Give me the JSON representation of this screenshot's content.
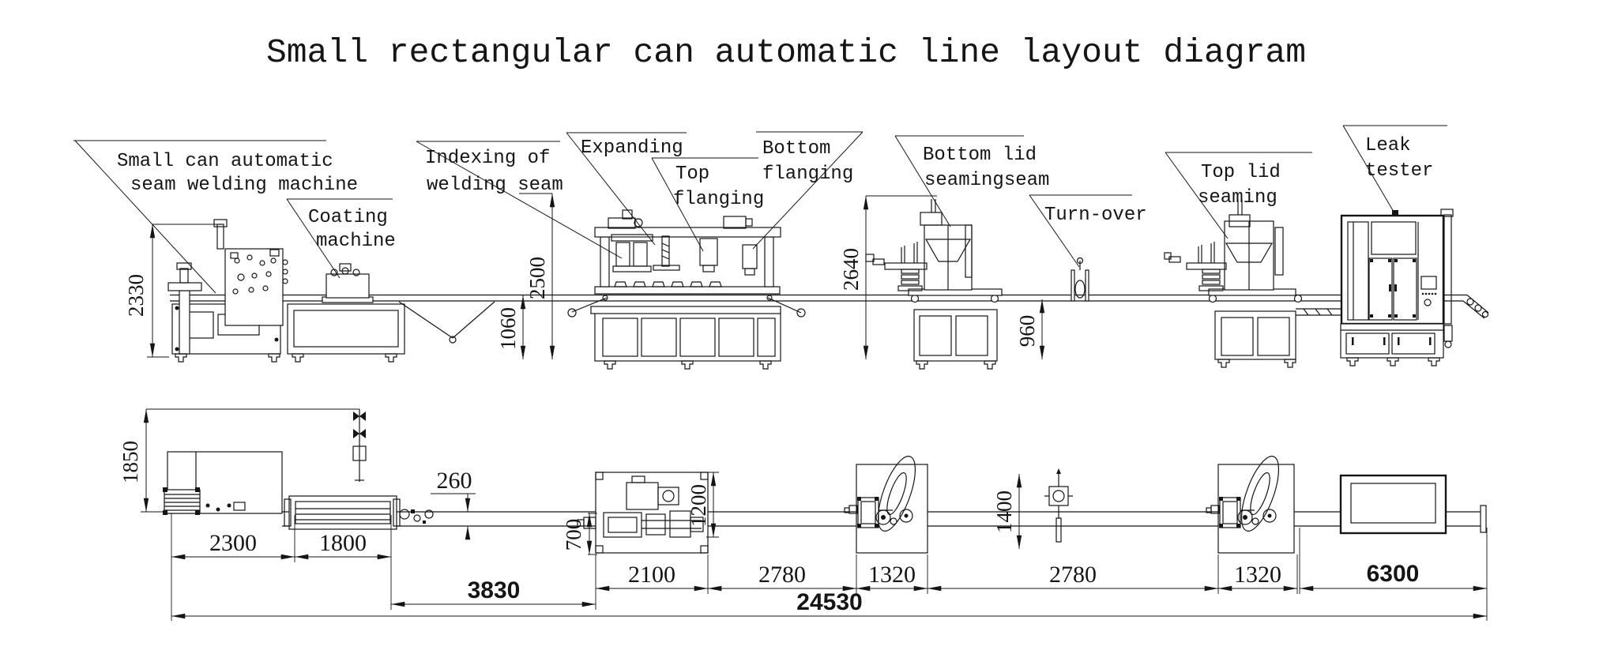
{
  "title": "Small rectangular can automatic line layout diagram",
  "callouts": {
    "seam_welder": {
      "line1": "Small can automatic",
      "line2": "seam welding machine"
    },
    "coating": {
      "line1": "Coating",
      "line2": "machine"
    },
    "indexing": {
      "line1": "Indexing of",
      "line2": "welding seam"
    },
    "expanding": {
      "line1": "Expanding"
    },
    "top_flanging": {
      "line1": "Top",
      "line2": "flanging"
    },
    "bottom_flanging": {
      "line1": "Bottom",
      "line2": "flanging"
    },
    "bottom_lid_seaming": {
      "line1": "Bottom lid",
      "line2": "seamingseam"
    },
    "turn_over": {
      "line1": "Turn-over"
    },
    "top_lid_seaming": {
      "line1": "Top lid",
      "line2": "seaming"
    },
    "leak_tester": {
      "line1": "Leak",
      "line2": "tester"
    }
  },
  "dims": {
    "v2330": "2330",
    "v2500": "2500",
    "v1060": "1060",
    "v2640": "2640",
    "v960": "960",
    "v1850": "1850",
    "v260": "260",
    "v700": "700",
    "v1200": "1200",
    "v1400": "1400",
    "c2300": "2300",
    "c1800": "1800",
    "c3830": "3830",
    "c2100": "2100",
    "c2780a": "2780",
    "c1320a": "1320",
    "c2780b": "2780",
    "c1320b": "1320",
    "c6300": "6300",
    "total": "24530"
  }
}
